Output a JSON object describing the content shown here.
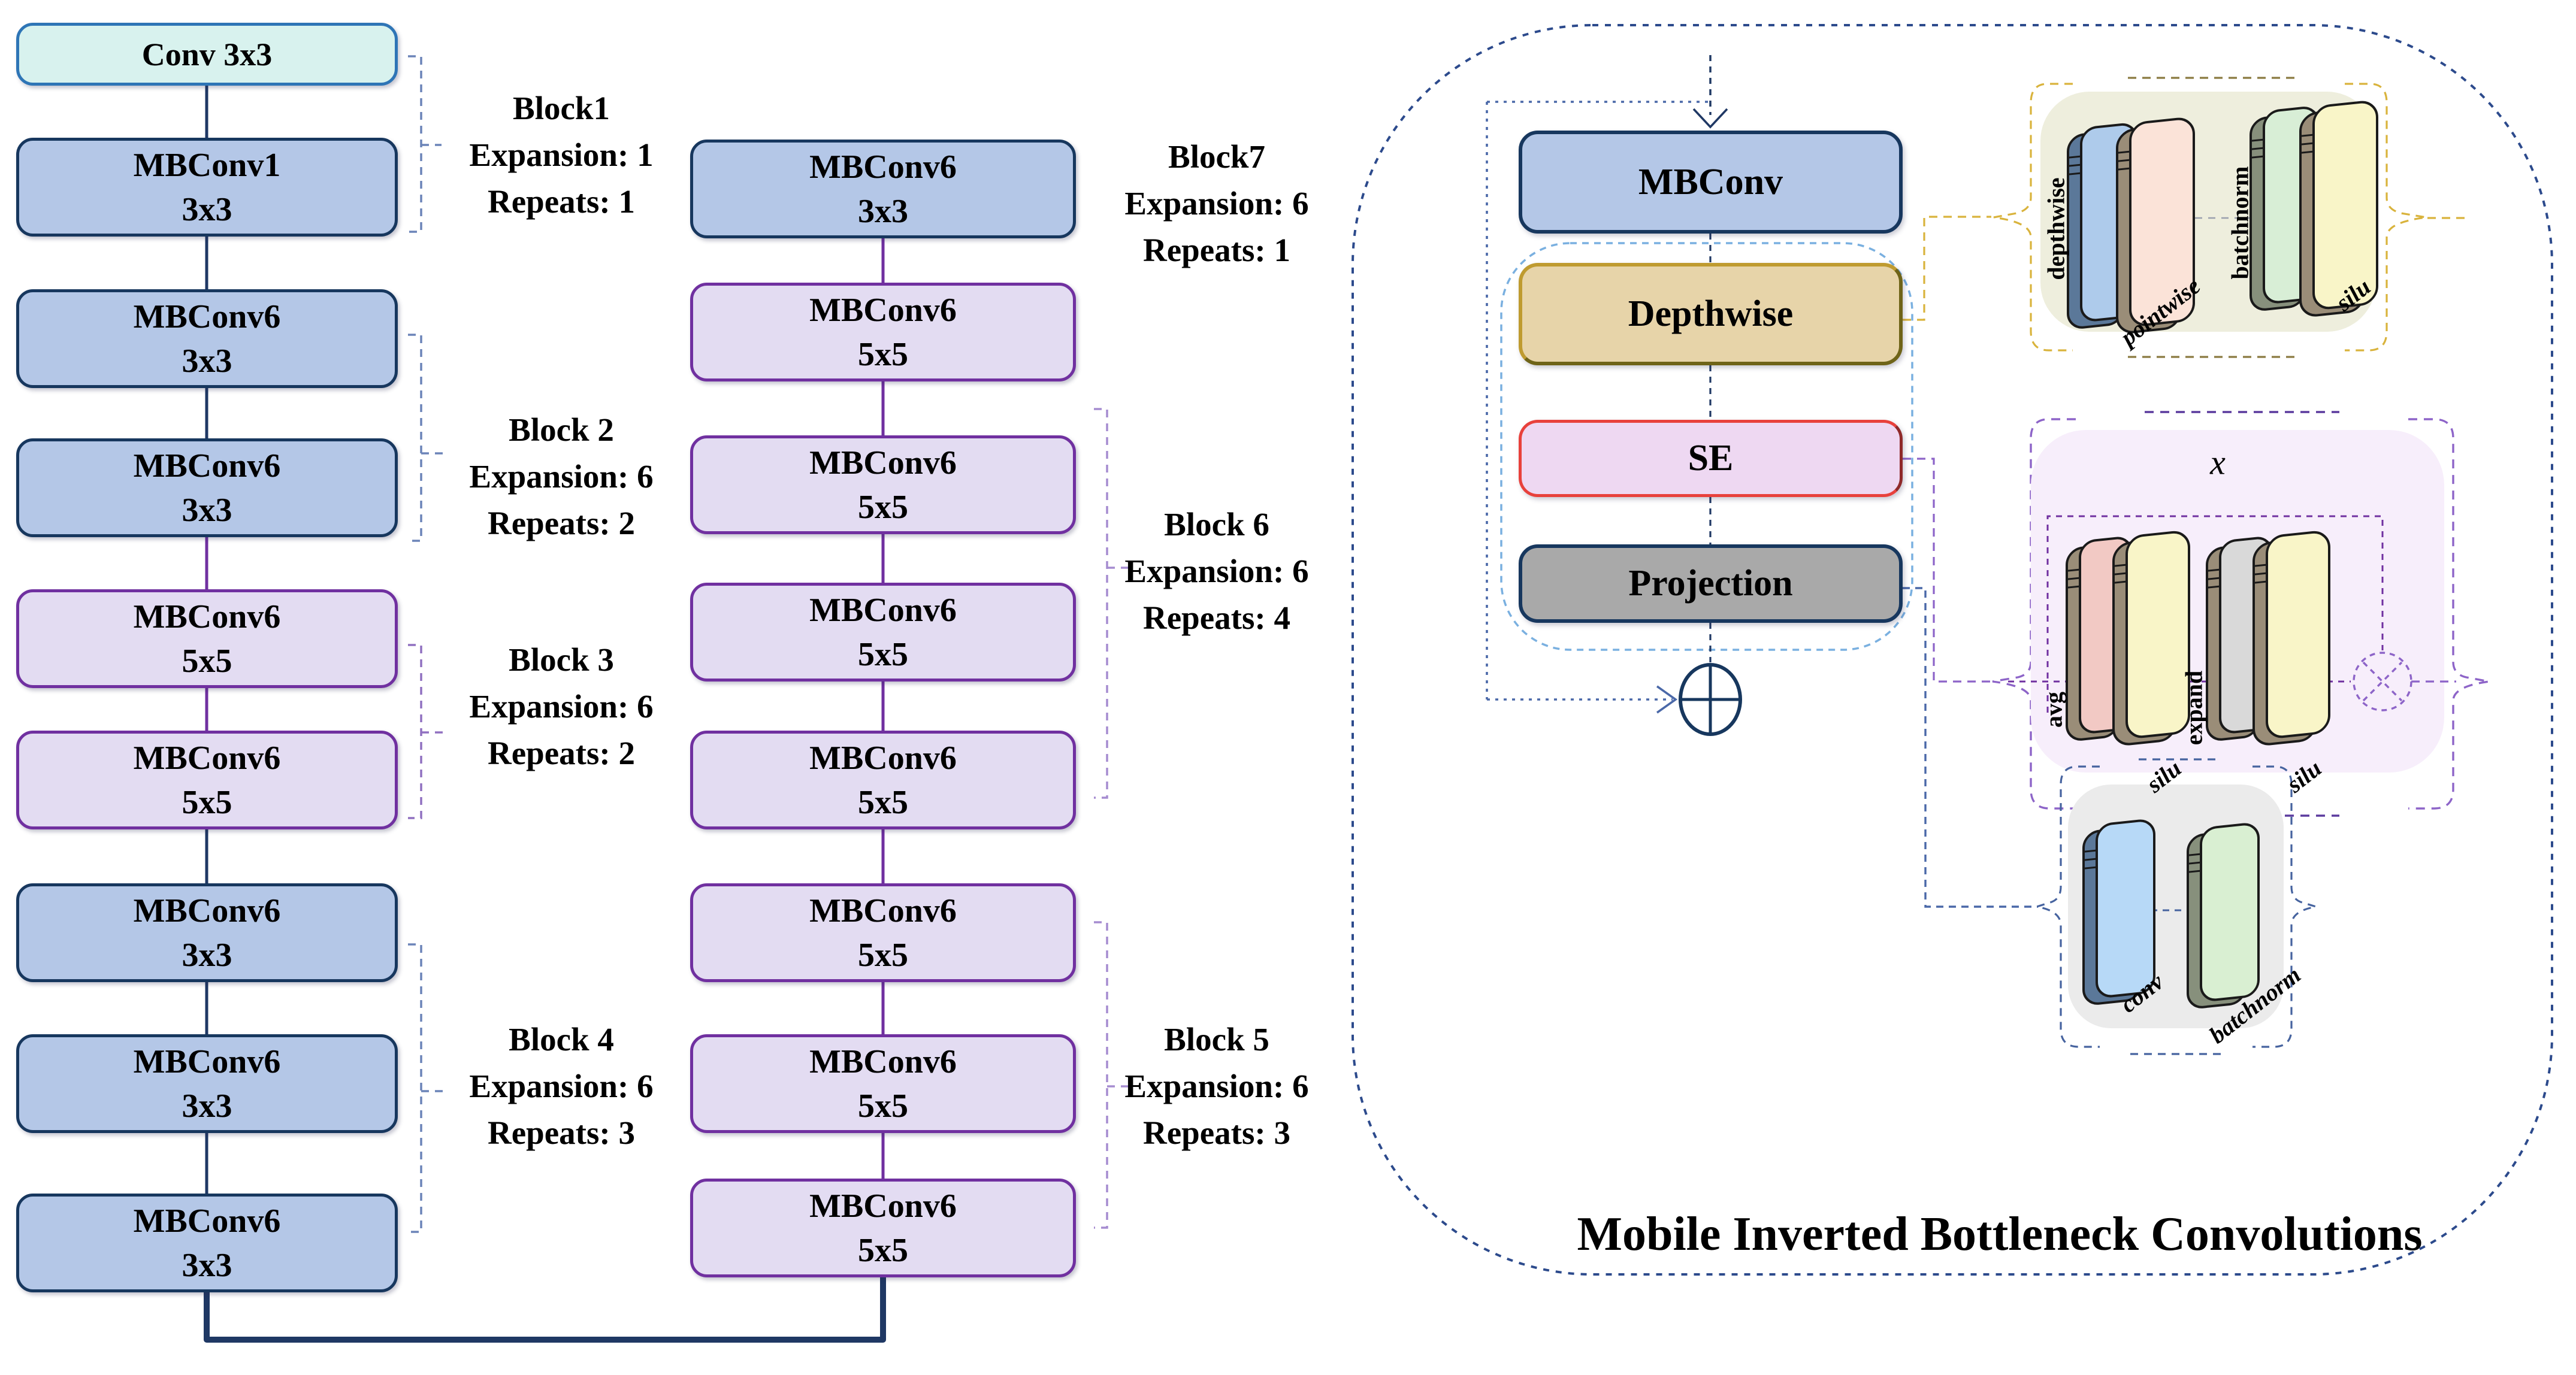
{
  "left_column": {
    "boxes": [
      {
        "line1": "Conv 3x3",
        "line2": "",
        "variant": "teal"
      },
      {
        "line1": "MBConv1",
        "line2": "3x3",
        "variant": "blue"
      },
      {
        "line1": "MBConv6",
        "line2": "3x3",
        "variant": "blue"
      },
      {
        "line1": "MBConv6",
        "line2": "3x3",
        "variant": "blue"
      },
      {
        "line1": "MBConv6",
        "line2": "5x5",
        "variant": "purple"
      },
      {
        "line1": "MBConv6",
        "line2": "5x5",
        "variant": "purple"
      },
      {
        "line1": "MBConv6",
        "line2": "3x3",
        "variant": "blue"
      },
      {
        "line1": "MBConv6",
        "line2": "3x3",
        "variant": "blue"
      },
      {
        "line1": "MBConv6",
        "line2": "3x3",
        "variant": "blue"
      }
    ]
  },
  "middle_column": {
    "boxes": [
      {
        "line1": "MBConv6",
        "line2": "3x3",
        "variant": "blue"
      },
      {
        "line1": "MBConv6",
        "line2": "5x5",
        "variant": "purple"
      },
      {
        "line1": "MBConv6",
        "line2": "5x5",
        "variant": "purple"
      },
      {
        "line1": "MBConv6",
        "line2": "5x5",
        "variant": "purple"
      },
      {
        "line1": "MBConv6",
        "line2": "5x5",
        "variant": "purple"
      },
      {
        "line1": "MBConv6",
        "line2": "5x5",
        "variant": "purple"
      },
      {
        "line1": "MBConv6",
        "line2": "5x5",
        "variant": "purple"
      },
      {
        "line1": "MBConv6",
        "line2": "5x5",
        "variant": "purple"
      }
    ]
  },
  "block_labels": {
    "left": [
      {
        "lines": [
          "Block1",
          "Expansion: 1",
          "Repeats: 1"
        ]
      },
      {
        "lines": [
          "Block 2",
          "Expansion: 6",
          "Repeats: 2"
        ]
      },
      {
        "lines": [
          "Block 3",
          "Expansion: 6",
          "Repeats: 2"
        ]
      },
      {
        "lines": [
          "Block 4",
          "Expansion: 6",
          "Repeats: 3"
        ]
      }
    ],
    "middle": [
      {
        "lines": [
          "Block7",
          "Expansion: 6",
          "Repeats: 1"
        ]
      },
      {
        "lines": [
          "Block 6",
          "Expansion: 6",
          "Repeats: 4"
        ]
      },
      {
        "lines": [
          "Block 5",
          "Expansion: 6",
          "Repeats: 3"
        ]
      }
    ]
  },
  "right_panel": {
    "title": "Mobile Inverted Bottleneck Convolutions",
    "flow": {
      "mbconv": "MBConv",
      "depthwise": "Depthwise",
      "se": "SE",
      "projection": "Projection"
    },
    "depthwise_detail": {
      "label1": "depthwise",
      "label2": "pointwise",
      "label3": "batchnorm",
      "label4": "silu"
    },
    "se_detail": {
      "heading": "x",
      "label1": "avg",
      "label2": "silu",
      "label3": "expand",
      "label4": "silu"
    },
    "projection_detail": {
      "label1": "conv",
      "label2": "batchnorm"
    }
  },
  "colors": {
    "navy": "#1f3864",
    "box_blue": "#b4c7e7",
    "box_blue_border": "#17375e",
    "teal_fill": "#d8f2ee",
    "teal_border": "#2e75b6",
    "purple_fill": "#e3dcf2",
    "purple": "#7030a0",
    "slate_dash": "#6b84b8",
    "purple_dash": "#9070c0",
    "lpurple_dash": "#a58cd0",
    "container_dash": "#2c4a8c",
    "lightblue_dash": "#7ab0e0",
    "skip_dash": "#4a68a8",
    "gold_dash": "#d9b33c",
    "gold_border": "#bf9b30",
    "olive_border": "#6f6418",
    "se_fill": "#eed8f2",
    "se_border": "#e8413c",
    "se_border_dark": "#8f2a2a",
    "proj_fill": "#a9a9a9",
    "beige_bg": "#eeeedd",
    "pink_bg": "#f7eefb",
    "gray_bg": "#ebebeb",
    "pink_frame": "#8d64c8",
    "pink_frame_dark": "#5b3a9e",
    "gray_frame": "#46639f",
    "slab_side_tan": "#9a8d78",
    "slab_side_blue": "#5b7899",
    "slab_side_olive": "#87907c",
    "slab_face_blue": "#aecbeb",
    "slab_face_peach": "#fbe3d8",
    "slab_face_green": "#d8eed6",
    "slab_face_yellow": "#f9f5c8",
    "slab_face_pink": "#f2c9c4",
    "slab_face_silver": "#d9d9d9",
    "slab_face_lightblue": "#b7d9f7",
    "slab_face_lightgreen": "#d9efd2"
  }
}
